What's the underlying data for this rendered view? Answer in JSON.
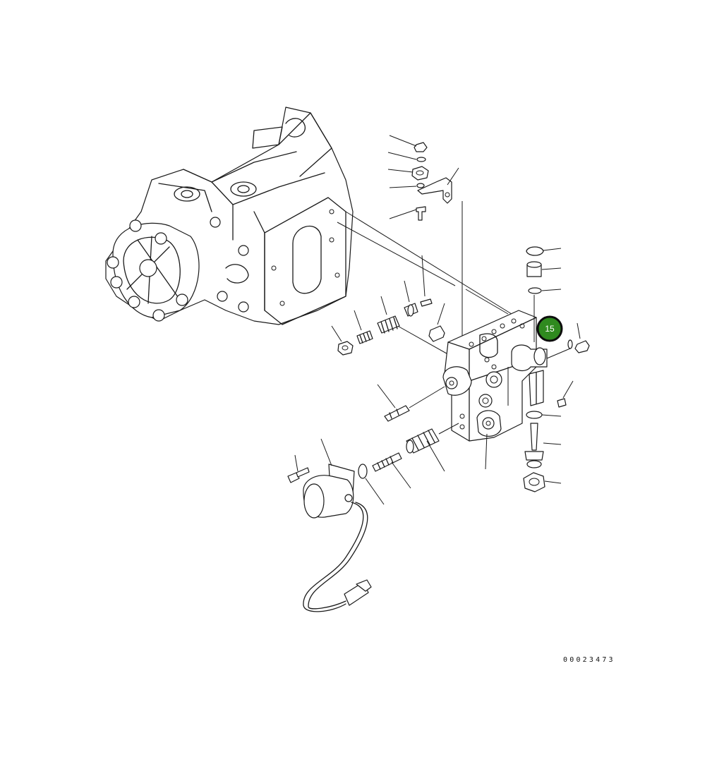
{
  "diagram": {
    "type": "exploded parts diagram",
    "drawing_number": "00023473",
    "highlighted_callout": {
      "label": "15",
      "fill_color": "#2f8a1f",
      "ring_color": "#0d0d0d",
      "text_color": "#ffffff"
    },
    "line_color": "#1a1a1a",
    "background_color": "#ffffff"
  }
}
